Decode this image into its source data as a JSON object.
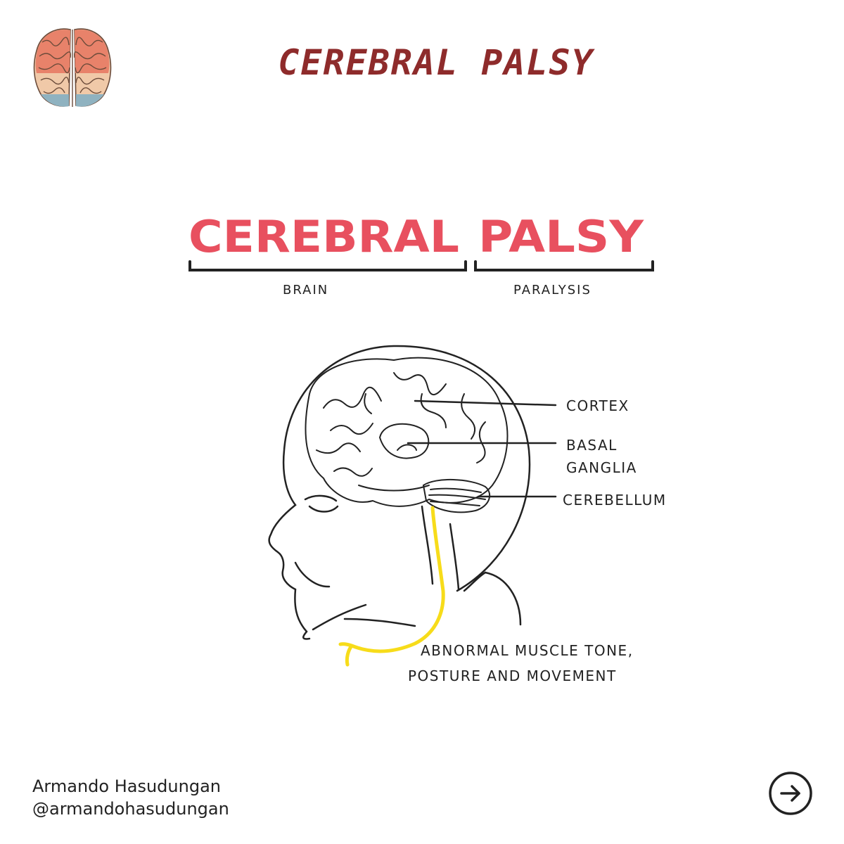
{
  "header": {
    "title": "CEREBRAL PALSY"
  },
  "diagram": {
    "heading_left": "CEREBRAL",
    "heading_right": "PALSY",
    "brace_left_label": "BRAIN",
    "brace_right_label": "PARALYSIS",
    "labels": {
      "cortex": "CORTEX",
      "basal_line1": "BASAL",
      "basal_line2": "GANGLIA",
      "cerebellum": "CEREBELLUM",
      "abnormal_line1": "ABNORMAL MUSCLE TONE,",
      "abnormal_line2": "POSTURE AND MOVEMENT"
    },
    "colors": {
      "heading": "#e8505f",
      "nerve": "#f7dc1a",
      "ink": "#222222",
      "title": "#8e2b2b"
    }
  },
  "footer": {
    "author_name": "Armando Hasudungan",
    "author_handle": "@armandohasudungan",
    "next_icon": "arrow-right-circle-icon"
  }
}
